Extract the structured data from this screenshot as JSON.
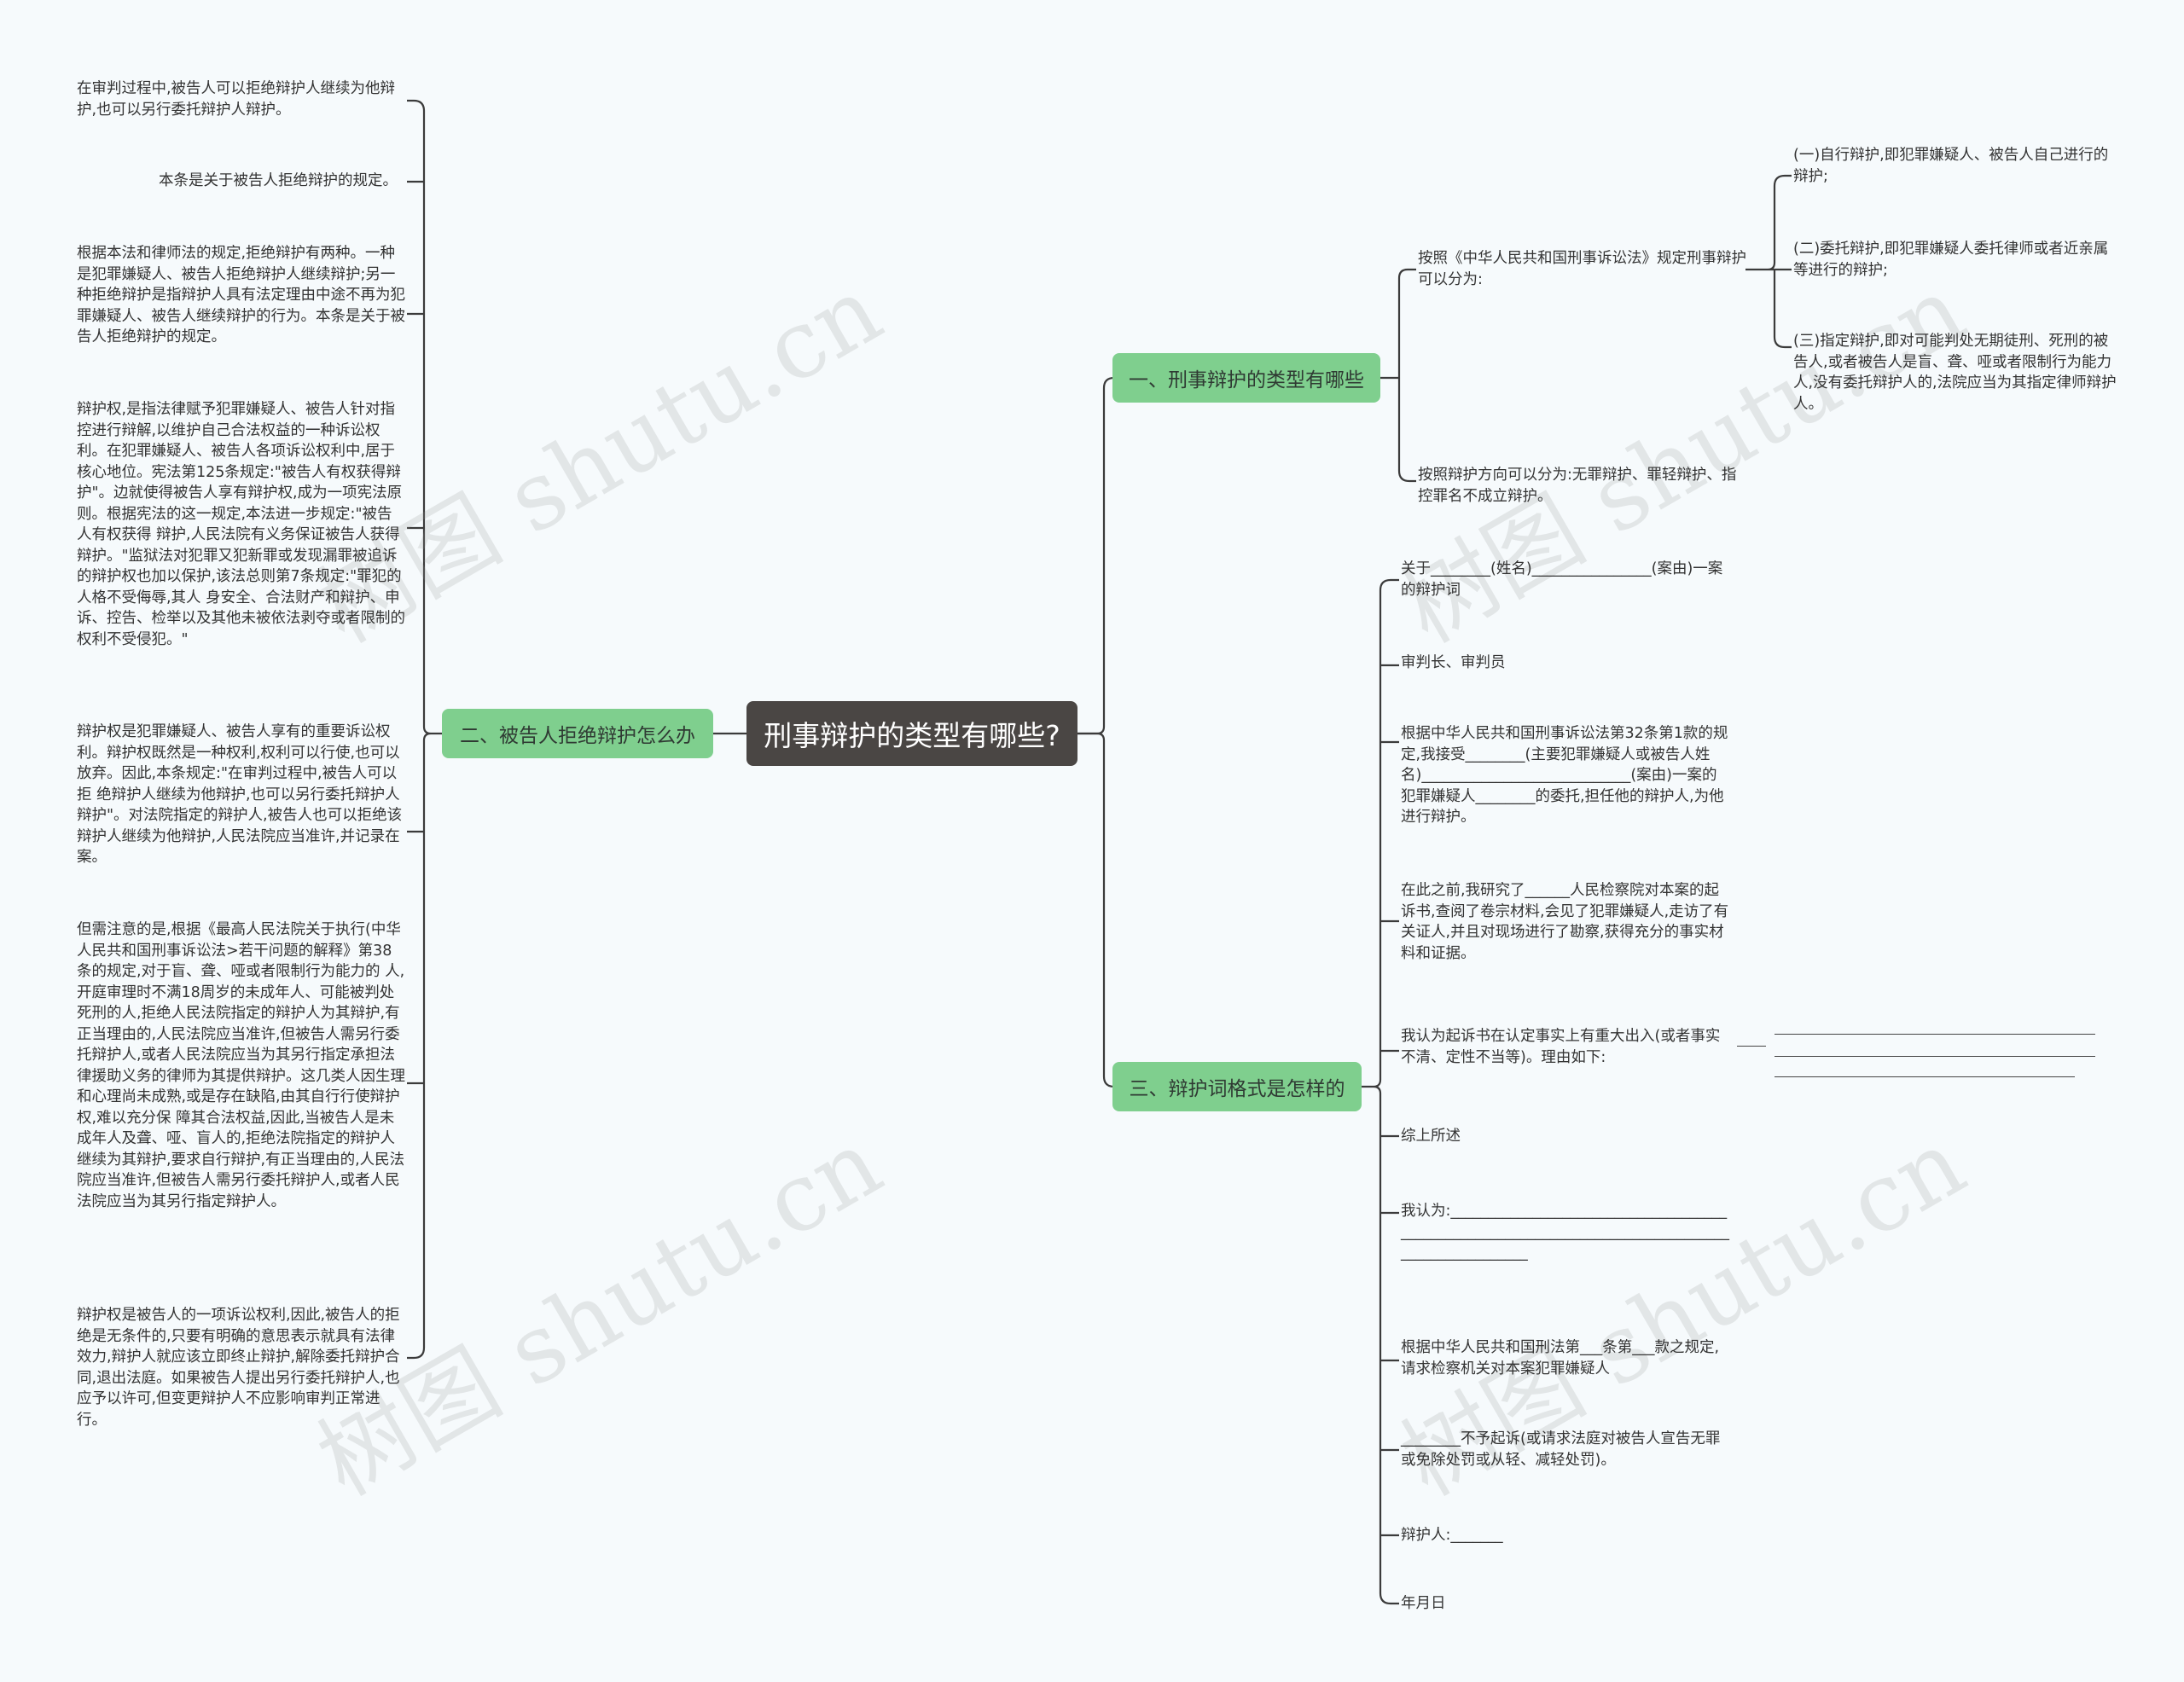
{
  "root": "刑事辩护的类型有哪些?",
  "branches": {
    "b1": "一、刑事辩护的类型有哪些",
    "b2": "二、被告人拒绝辩护怎么办",
    "b3": "三、辩护词格式是怎样的"
  },
  "b1_children": {
    "law": "按照《中华人民共和国刑事诉讼法》规定刑事辩护可以分为:",
    "direction": "按照辩护方向可以分为:无罪辩护、罪轻辩护、指控罪名不成立辩护。",
    "t1": "(一)自行辩护,即犯罪嫌疑人、被告人自己进行的辩护;",
    "t2": "(二)委托辩护,即犯罪嫌疑人委托律师或者近亲属等进行的辩护;",
    "t3": "(三)指定辩护,即对可能判处无期徒刑、死刑的被告人,或者被告人是盲、聋、哑或者限制行为能力人,没有委托辩护人的,法院应当为其指定律师辩护人。"
  },
  "b2_children": [
    "在审判过程中,被告人可以拒绝辩护人继续为他辩护,也可以另行委托辩护人辩护。",
    "本条是关于被告人拒绝辩护的规定。",
    "根据本法和律师法的规定,拒绝辩护有两种。一种是犯罪嫌疑人、被告人拒绝辩护人继续辩护;另一种拒绝辩护是指辩护人具有法定理由中途不再为犯罪嫌疑人、被告人继续辩护的行为。本条是关于被告人拒绝辩护的规定。",
    "辩护权,是指法律赋予犯罪嫌疑人、被告人针对指控进行辩解,以维护自己合法权益的一种诉讼权利。在犯罪嫌疑人、被告人各项诉讼权利中,居于核心地位。宪法第125条规定:\"被告人有权获得辩护\"。边就使得被告人享有辩护权,成为一项宪法原则。根据宪法的这一规定,本法进一步规定:\"被告人有权获得 辩护,人民法院有义务保证被告人获得辩护。\"监狱法对犯罪又犯新罪或发现漏罪被追诉的辩护权也加以保护,该法总则第7条规定:\"罪犯的人格不受侮辱,其人 身安全、合法财产和辩护、申诉、控告、检举以及其他未被依法剥夺或者限制的权利不受侵犯。\"",
    "辩护权是犯罪嫌疑人、被告人享有的重要诉讼权利。辩护权既然是一种权利,权利可以行使,也可以放弃。因此,本条规定:\"在审判过程中,被告人可以拒 绝辩护人继续为他辩护,也可以另行委托辩护人辩护\"。对法院指定的辩护人,被告人也可以拒绝该辩护人继续为他辩护,人民法院应当准许,并记录在案。",
    "但需注意的是,根据《最高人民法院关于执行(中华人民共和国刑事诉讼法>若干问题的解释》第38条的规定,对于盲、聋、哑或者限制行为能力的 人,开庭审理时不满18周岁的未成年人、可能被判处死刑的人,拒绝人民法院指定的辩护人为其辩护,有正当理由的,人民法院应当准许,但被告人需另行委托辩护人,或者人民法院应当为其另行指定承担法律援助义务的律师为其提供辩护。这几类人因生理和心理尚未成熟,或是存在缺陷,由其自行行使辩护权,难以充分保 障其合法权益,因此,当被告人是未成年人及聋、哑、盲人的,拒绝法院指定的辩护人继续为其辩护,要求自行辩护,有正当理由的,人民法院应当准许,但被告人需另行委托辩护人,或者人民法院应当为其另行指定辩护人。",
    "辩护权是被告人的一项诉讼权利,因此,被告人的拒绝是无条件的,只要有明确的意思表示就具有法律效力,辩护人就应该立即终止辩护,解除委托辩护合同,退出法庭。如果被告人提出另行委托辩护人,也应予以许可,但变更辩护人不应影响审判正常进行。"
  ],
  "b3_children": [
    "关于________(姓名)________________(案由)一案的辩护词",
    "审判长、审判员",
    "根据中华人民共和国刑事诉讼法第32条第1款的规定,我接受________(主要犯罪嫌疑人或被告人姓名)____________________________(案由)一案的犯罪嫌疑人________的委托,担任他的辩护人,为他进行辩护。",
    "在此之前,我研究了______人民检察院对本案的起诉书,查阅了卷宗材料,会见了犯罪嫌疑人,走访了有关证人,并且对现场进行了勘察,获得充分的事实材料和证据。",
    "我认为起诉书在认定事实上有重大出入(或者事实不清、定性不当等)。理由如下:",
    "综上所述",
    "我认为:__________________________________________________________________________________________________",
    "根据中华人民共和国刑法第___条第___款之规定,请求检察机关对本案犯罪嫌疑人",
    "________不予起诉(或请求法庭对被告人宣告无罪或免除处罚或从轻、减轻处罚)。",
    "辩护人:_______",
    "年月日"
  ],
  "watermark": "树图 shutu.cn",
  "colors": {
    "root": "#4a4644",
    "branch": "#7fcf8e",
    "line": "#3b3b3b"
  }
}
